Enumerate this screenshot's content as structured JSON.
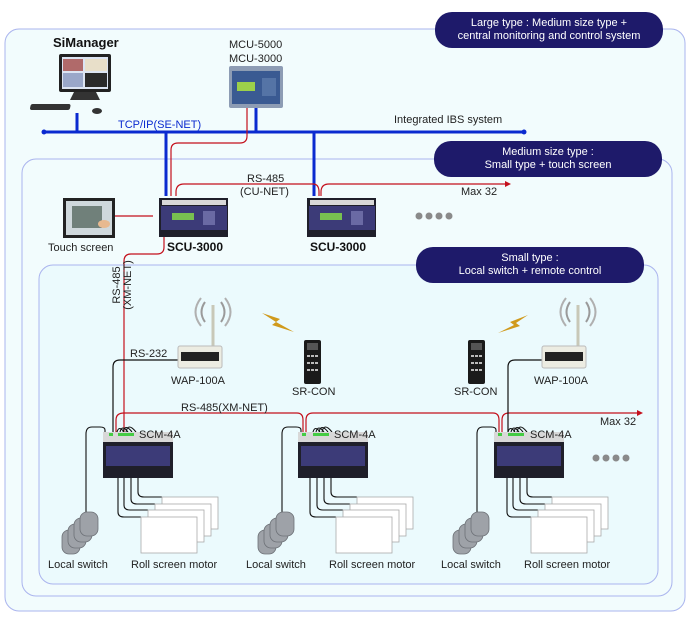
{
  "zones": {
    "large": {
      "line1": "Large type : Medium size type +",
      "line2": "central monitoring and control system"
    },
    "medium": {
      "line1": "Medium size type :",
      "line2": "Small type + touch screen"
    },
    "small": {
      "line1": "Small type :",
      "line2": "Local switch + remote control"
    }
  },
  "devices": {
    "simanager": "SiManager",
    "mcu_line1": "MCU-5000",
    "mcu_line2": "MCU-3000",
    "touch_screen": "Touch screen",
    "scu_1": "SCU-3000",
    "scu_2": "SCU-3000",
    "wap_1": "WAP-100A",
    "wap_2": "WAP-100A",
    "srcon_1": "SR-CON",
    "srcon_2": "SR-CON",
    "scm_1": "SCM-4A",
    "scm_2": "SCM-4A",
    "scm_3": "SCM-4A",
    "bottom_labels": [
      "Local switch",
      "Roll screen motor",
      "Local switch",
      "Roll screen motor",
      "Local switch",
      "Roll screen motor"
    ]
  },
  "networks": {
    "tcpip": "TCP/IP(SE-NET)",
    "ibs": "Integrated IBS system",
    "cunet_line1": "RS-485",
    "cunet_line2": "(CU-NET)",
    "cunet_max": "Max 32",
    "xmnet_vert_line1": "RS-485",
    "xmnet_vert_line2": "(XM-NET)",
    "rs232": "RS-232",
    "xmnet": "RS-485(XM-NET)",
    "xmnet_max": "Max 32"
  },
  "colors": {
    "zone_fill": "#f2fcfd",
    "zone_border": "#aab4ee",
    "pill_fill": "#1e1a6a",
    "tcpip_line": "#0a2ad0",
    "rs485_line": "#c4101c",
    "rs232_line": "#111111"
  }
}
